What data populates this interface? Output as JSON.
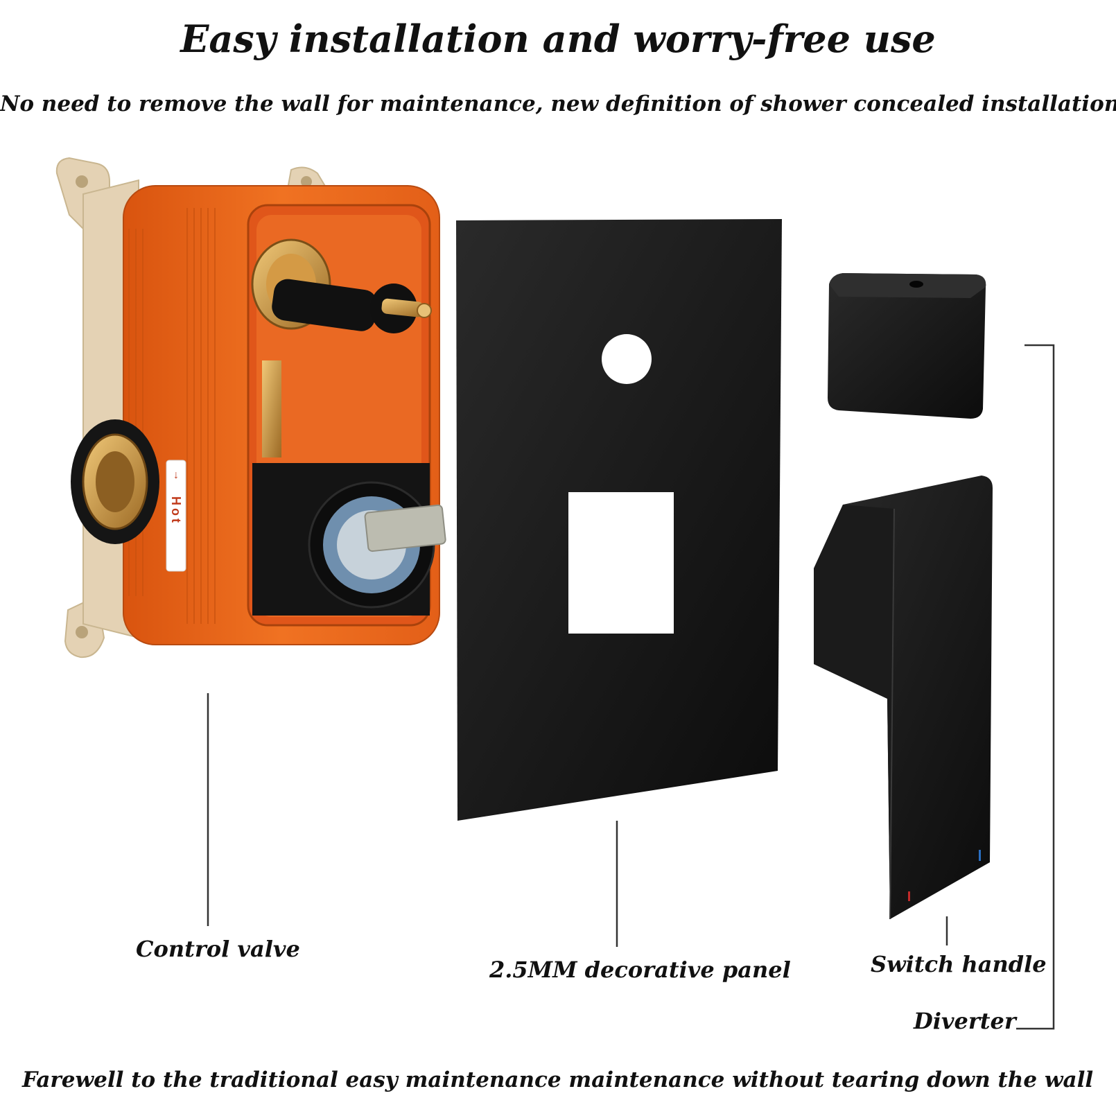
{
  "heading": {
    "title": "Easy installation and worry-free use",
    "subtitle": "No need to remove the wall for maintenance, new definition of shower concealed installation"
  },
  "components": {
    "control_valve": "Control valve",
    "decorative_panel": "2.5MM decorative panel",
    "switch_handle": "Switch handle",
    "diverter": "Diverter"
  },
  "valve_marking": "Hot",
  "footer": "Farewell to the traditional easy maintenance maintenance without tearing down the wall",
  "colors": {
    "valve_orange": "#e8621a",
    "mount_beige": "#e4d2b4",
    "brass": "#c8953e",
    "matte_black": "#161616"
  }
}
